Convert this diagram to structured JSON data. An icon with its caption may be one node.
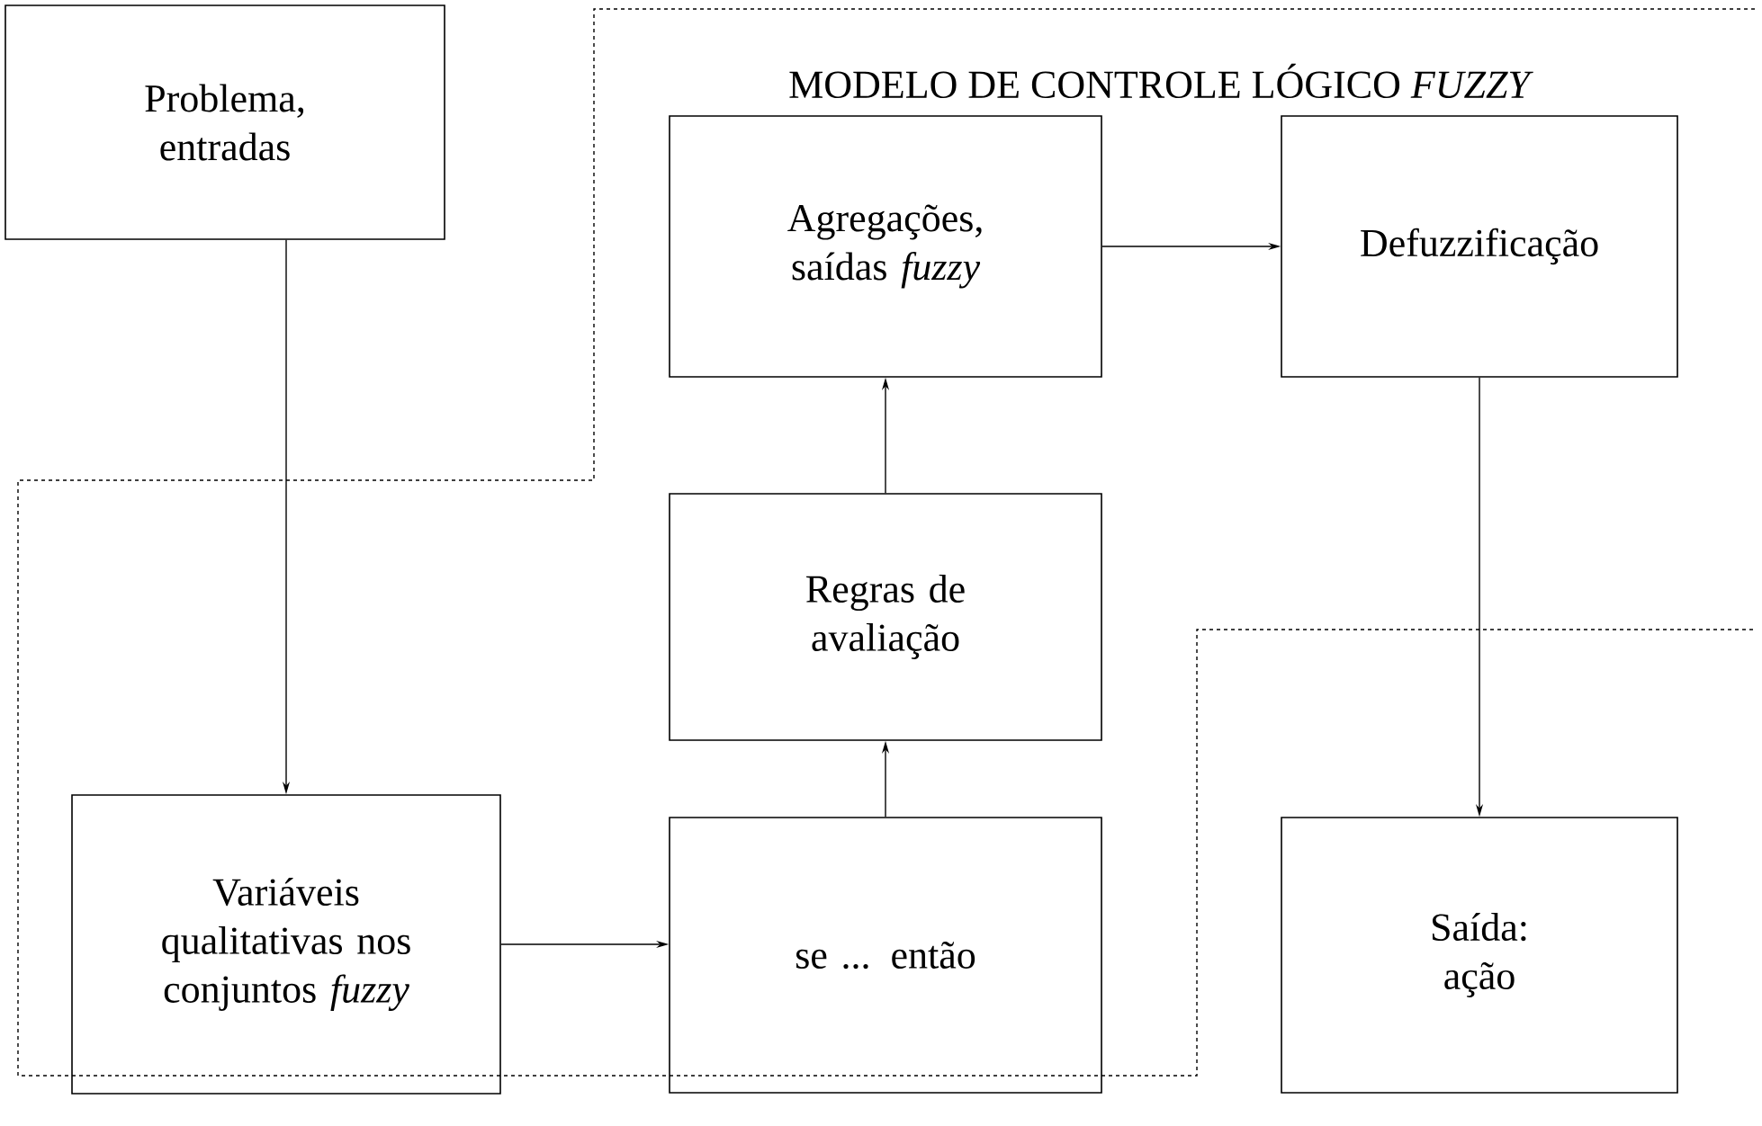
{
  "diagram": {
    "title": "MODELO DE CONTROLE LÓGICO *FUZZY*",
    "nodes": [
      {
        "text": [
          "Problema, entradas"
        ]
      },
      {
        "text": [
          "Agregações, saídas *fuzzy*"
        ]
      },
      {
        "text": [
          "Defuzzificação"
        ]
      },
      {
        "text": [
          "Regras de avaliação"
        ]
      },
      {
        "text": [
          "Variáveis qualitativas nos conjuntos *fuzzy*"
        ]
      },
      {
        "text": [
          "se ... então"
        ]
      },
      {
        "text": [
          "Saída: ação"
        ]
      }
    ],
    "edges": [
      {
        "from": 0,
        "to": 4,
        "arrow": "to"
      },
      {
        "from": 4,
        "to": 5,
        "arrow": "to"
      },
      {
        "from": 5,
        "to": 3,
        "arrow": "to"
      },
      {
        "from": 3,
        "to": 1,
        "arrow": "to"
      },
      {
        "from": 1,
        "to": 2,
        "arrow": "to"
      },
      {
        "from": 2,
        "to": 6,
        "arrow": "to"
      }
    ]
  }
}
